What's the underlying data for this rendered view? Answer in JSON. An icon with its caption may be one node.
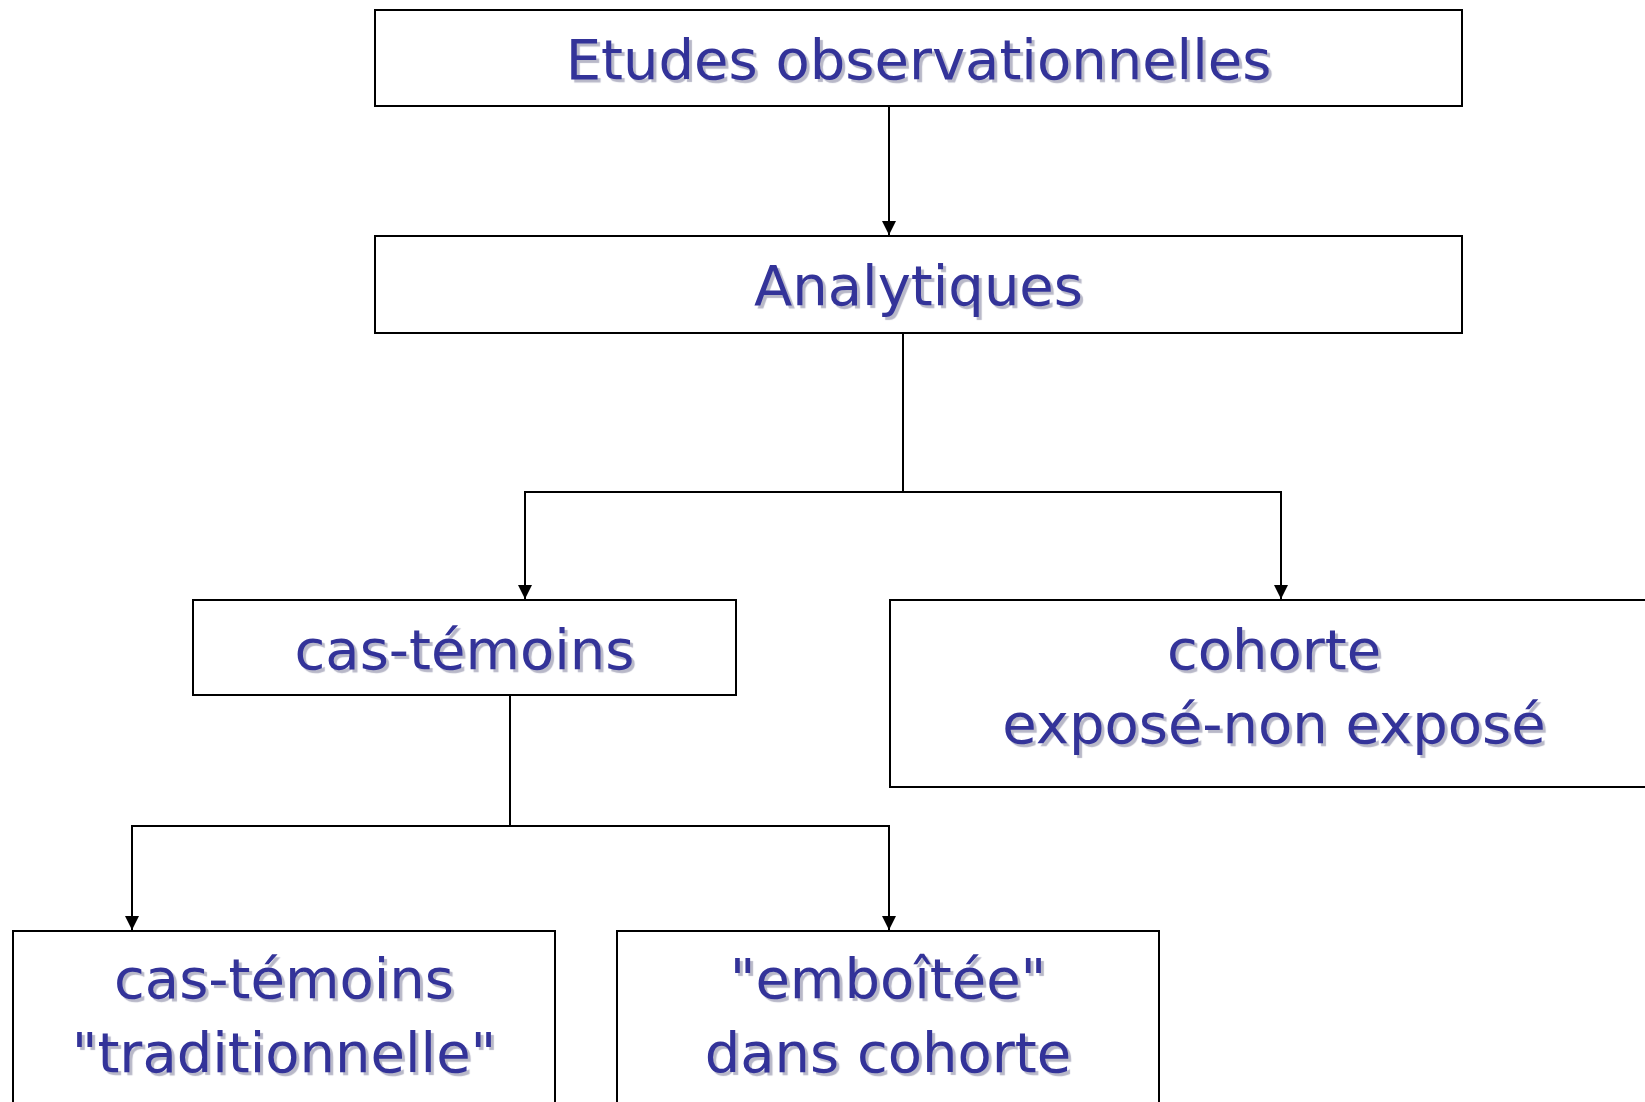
{
  "diagram": {
    "nodes": [
      {
        "text": [
          "Etudes observationnelles"
        ]
      },
      {
        "text": [
          "Analytiques"
        ]
      },
      {
        "text": [
          "cas-témoins"
        ]
      },
      {
        "text": [
          "cohorte",
          "exposé-non exposé"
        ]
      },
      {
        "text": [
          "cas-témoins",
          "\"traditionnelle\""
        ]
      },
      {
        "text": [
          "\"emboîtée\"",
          "dans cohorte"
        ]
      }
    ],
    "edges": [
      {
        "from": 0,
        "to": 1,
        "arrow": "to"
      },
      {
        "from": 1,
        "to": 2,
        "arrow": "to"
      },
      {
        "from": 1,
        "to": 3,
        "arrow": "to"
      },
      {
        "from": 2,
        "to": 4,
        "arrow": "to"
      },
      {
        "from": 2,
        "to": 5,
        "arrow": "to"
      }
    ]
  }
}
